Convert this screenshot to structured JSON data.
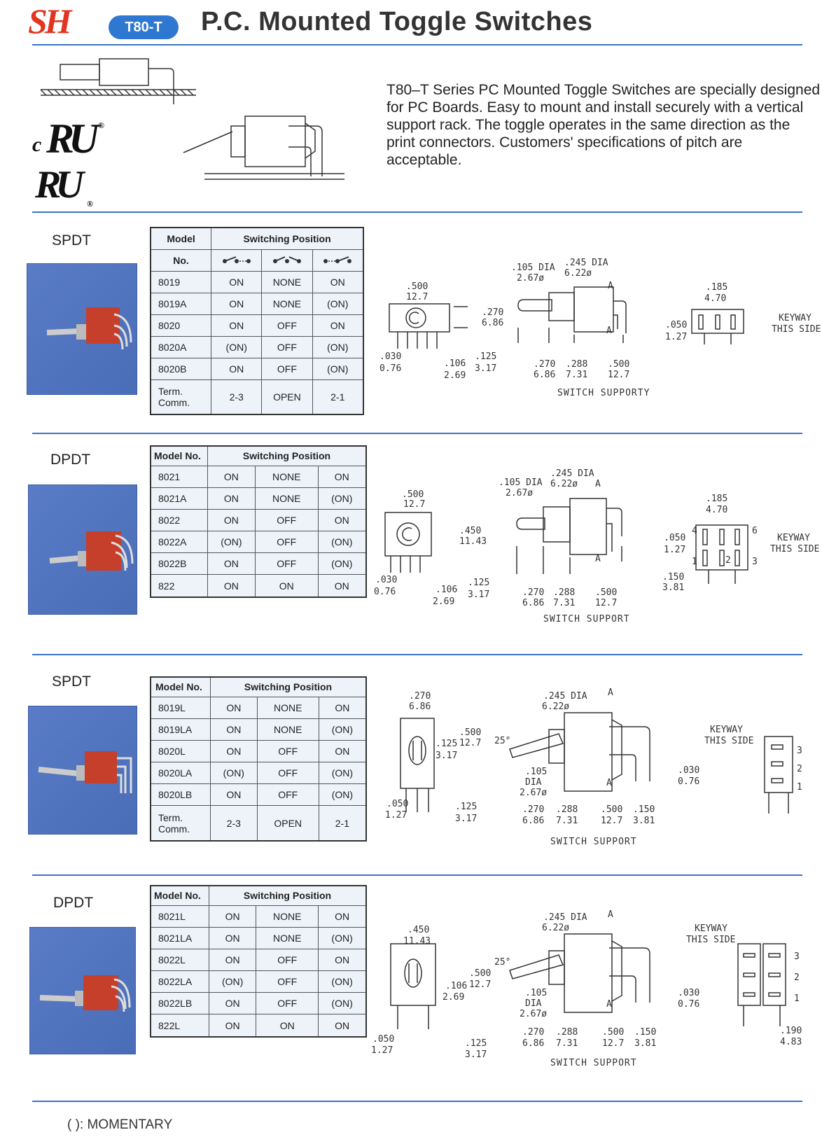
{
  "header": {
    "logo": "SH",
    "badge": "T80-T",
    "title": "P.C. Mounted Toggle Switches"
  },
  "intro": "T80–T Series PC Mounted Toggle Switches are specially designed for PC Boards. Easy to mount and install securely with a vertical support rack. The toggle operates in the same direction as the print connectors. Customers' specifications of pitch are acceptable.",
  "cert": {
    "c": "c",
    "mark1": "RU",
    "mark2": "RU",
    "reg": "®"
  },
  "sections": [
    {
      "label": "SPDT",
      "table": {
        "header": [
          "Model",
          "Switching Position"
        ],
        "subheader": [
          "No.",
          "",
          "",
          ""
        ],
        "rows": [
          [
            "8019",
            "ON",
            "NONE",
            "ON"
          ],
          [
            "8019A",
            "ON",
            "NONE",
            "(ON)"
          ],
          [
            "8020",
            "ON",
            "OFF",
            "ON"
          ],
          [
            "8020A",
            "(ON)",
            "OFF",
            "(ON)"
          ],
          [
            "8020B",
            "ON",
            "OFF",
            "(ON)"
          ]
        ],
        "term": [
          "Term. Comm.",
          "2-3",
          "OPEN",
          "2-1"
        ]
      },
      "dims": [
        ".500",
        "12.7",
        ".270",
        "6.86",
        ".030",
        "0.76",
        ".106",
        "2.69",
        ".125",
        "3.17",
        ".105 DIA",
        "2.67ø",
        ".245 DIA",
        "6.22ø",
        "A",
        "A",
        ".270",
        "6.86",
        ".288",
        "7.31",
        ".500",
        "12.7",
        ".050",
        "1.27",
        ".185",
        "4.70",
        "KEYWAY",
        "THIS SIDE"
      ],
      "caption": "SWITCH SUPPORTY"
    },
    {
      "label": "DPDT",
      "table": {
        "header": [
          "Model No.",
          "Switching Position"
        ],
        "rows": [
          [
            "8021",
            "ON",
            "NONE",
            "ON"
          ],
          [
            "8021A",
            "ON",
            "NONE",
            "(ON)"
          ],
          [
            "8022",
            "ON",
            "OFF",
            "ON"
          ],
          [
            "8022A",
            "(ON)",
            "OFF",
            "(ON)"
          ],
          [
            "8022B",
            "ON",
            "OFF",
            "(ON)"
          ],
          [
            "822",
            "ON",
            "ON",
            "ON"
          ]
        ]
      },
      "dims": [
        ".500",
        "12.7",
        ".450",
        "11.43",
        ".030",
        "0.76",
        ".106",
        "2.69",
        ".125",
        "3.17",
        ".105 DIA",
        "2.67ø",
        ".245 DIA",
        "6.22ø",
        "A",
        "A",
        ".050",
        "1.27",
        ".270",
        "6.86",
        ".288",
        "7.31",
        ".500",
        "12.7",
        ".150",
        "3.81",
        ".185",
        "4.70",
        "4",
        "6",
        "1",
        "2",
        "3",
        "KEYWAY",
        "THIS SIDE"
      ],
      "caption": "SWITCH SUPPORT"
    },
    {
      "label": "SPDT",
      "table": {
        "header": [
          "Model No.",
          "Switching Position"
        ],
        "rows": [
          [
            "8019L",
            "ON",
            "NONE",
            "ON"
          ],
          [
            "8019LA",
            "ON",
            "NONE",
            "(ON)"
          ],
          [
            "8020L",
            "ON",
            "OFF",
            "ON"
          ],
          [
            "8020LA",
            "(ON)",
            "OFF",
            "(ON)"
          ],
          [
            "8020LB",
            "ON",
            "OFF",
            "(ON)"
          ]
        ],
        "term": [
          "Term. Comm.",
          "2-3",
          "OPEN",
          "2-1"
        ]
      },
      "dims": [
        ".270",
        "6.86",
        ".500",
        "12.7",
        ".125",
        "3.17",
        ".050",
        "1.27",
        ".125",
        "3.17",
        "25°",
        ".245 DIA",
        "6.22ø",
        "A",
        "A",
        ".105",
        "DIA",
        "2.67ø",
        ".270",
        "6.86",
        ".288",
        "7.31",
        ".500",
        "12.7",
        ".150",
        "3.81",
        ".030",
        "0.76",
        "KEYWAY",
        "THIS SIDE",
        "3",
        "2",
        "1"
      ],
      "caption": "SWITCH SUPPORT"
    },
    {
      "label": "DPDT",
      "table": {
        "header": [
          "Model No.",
          "Switching Position"
        ],
        "rows": [
          [
            "8021L",
            "ON",
            "NONE",
            "ON"
          ],
          [
            "8021LA",
            "ON",
            "NONE",
            "(ON)"
          ],
          [
            "8022L",
            "ON",
            "OFF",
            "ON"
          ],
          [
            "8022LA",
            "(ON)",
            "OFF",
            "(ON)"
          ],
          [
            "8022LB",
            "ON",
            "OFF",
            "(ON)"
          ],
          [
            "822L",
            "ON",
            "ON",
            "ON"
          ]
        ]
      },
      "dims": [
        ".450",
        "11.43",
        ".500",
        "12.7",
        ".106",
        "2.69",
        ".050",
        "1.27",
        ".125",
        "3.17",
        "25°",
        ".245 DIA",
        "6.22ø",
        "A",
        "A",
        ".105",
        "DIA",
        "2.67ø",
        ".270",
        "6.86",
        ".288",
        "7.31",
        ".500",
        "12.7",
        ".150",
        "3.81",
        ".030",
        "0.76",
        "KEYWAY",
        "THIS SIDE",
        "3",
        "2",
        "1",
        ".190",
        "4.83"
      ],
      "caption": "SWITCH SUPPORT"
    }
  ],
  "footer": "(      ): MOMENTARY"
}
